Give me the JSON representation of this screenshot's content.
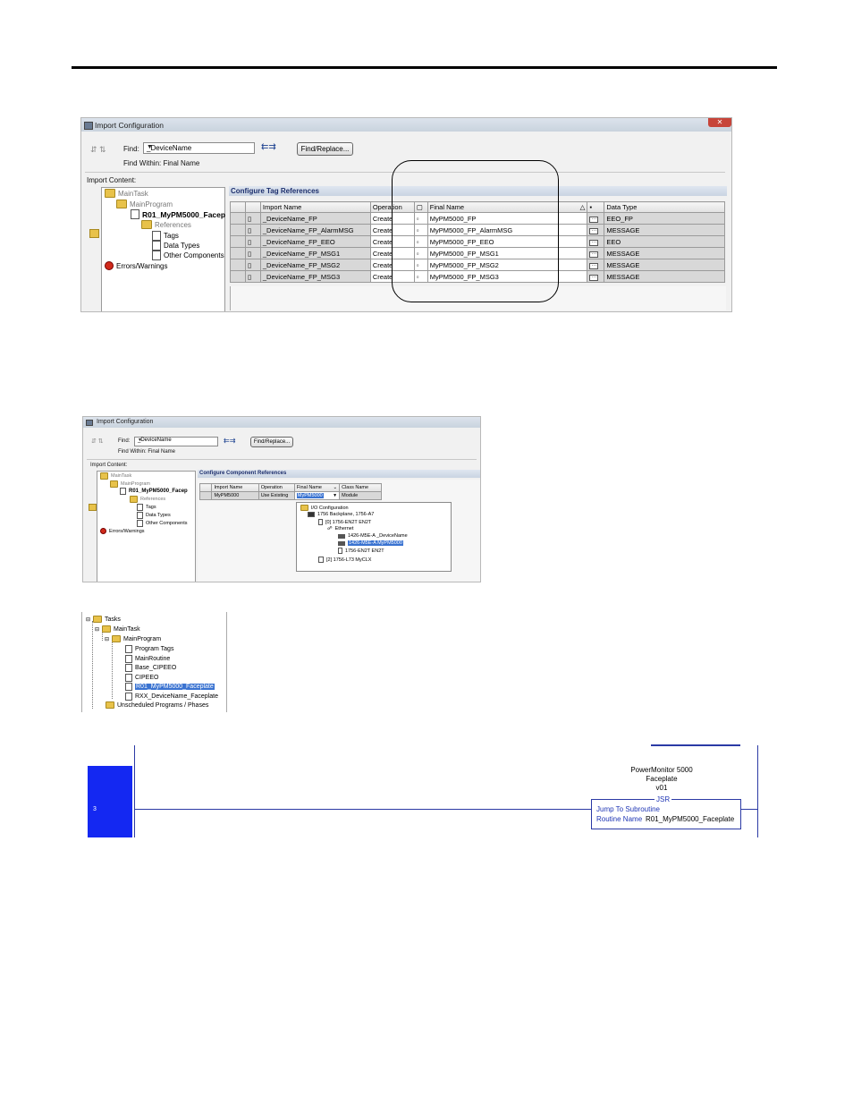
{
  "screenshot1": {
    "window_title": "Import Configuration",
    "find_label": "Find:",
    "find_value": "_DeviceName",
    "find_within": "Find Within: Final Name",
    "find_replace_button": "Find/Replace...",
    "import_content_label": "Import Content:",
    "tree": {
      "main_task": "MainTask",
      "main_program": "MainProgram",
      "routine": "R01_MyPM5000_Facep",
      "references": "References",
      "tags": "Tags",
      "data_types": "Data Types",
      "other_components": "Other Components",
      "errors": "Errors/Warnings"
    },
    "section_title": "Configure Tag References",
    "columns": [
      "Import Name",
      "Operation",
      "Final Name",
      "Data Type"
    ],
    "rows": [
      {
        "import_name": "_DeviceName_FP",
        "operation": "Create",
        "final_name": "MyPM5000_FP",
        "data_type": "EEO_FP"
      },
      {
        "import_name": "_DeviceName_FP_AlarmMSG",
        "operation": "Create",
        "final_name": "MyPM5000_FP_AlarmMSG",
        "data_type": "MESSAGE"
      },
      {
        "import_name": "_DeviceName_FP_EEO",
        "operation": "Create",
        "final_name": "MyPM5000_FP_EEO",
        "data_type": "EEO"
      },
      {
        "import_name": "_DeviceName_FP_MSG1",
        "operation": "Create",
        "final_name": "MyPM5000_FP_MSG1",
        "data_type": "MESSAGE"
      },
      {
        "import_name": "_DeviceName_FP_MSG2",
        "operation": "Create",
        "final_name": "MyPM5000_FP_MSG2",
        "data_type": "MESSAGE"
      },
      {
        "import_name": "_DeviceName_FP_MSG3",
        "operation": "Create",
        "final_name": "MyPM5000_FP_MSG3",
        "data_type": "MESSAGE"
      }
    ]
  },
  "screenshot2": {
    "window_title": "Import Configuration",
    "find_label": "Find:",
    "find_value": "_DeviceName",
    "find_within": "Find Within: Final Name",
    "find_replace_button": "Find/Replace...",
    "import_content_label": "Import Content:",
    "tree": {
      "main_task": "MainTask",
      "main_program": "MainProgram",
      "routine": "R01_MyPM5000_Facep",
      "references": "References",
      "tags": "Tags",
      "data_types": "Data Types",
      "other_components": "Other Components",
      "errors": "Errors/Warnings"
    },
    "section_title": "Configure Component References",
    "columns": [
      "Import Name",
      "Operation",
      "Final Name",
      "Class Name"
    ],
    "row": {
      "import_name": "MyPM5000",
      "operation": "Use Existing",
      "final_name": "MyPM5000",
      "class_name": "Module"
    },
    "io_tree": {
      "io_config": "I/O Configuration",
      "backplane": "1756 Backplane, 1756-A7",
      "slot0": "[0] 1756-EN2T EN2T",
      "ethernet": "Ethernet",
      "dev1": "1426-M5E-A _DeviceName",
      "dev2": "1426-M5E-A MyPM5000",
      "dev3": "1756-EN2T EN2T",
      "slot2": "[2] 1756-L73 MyCLX"
    }
  },
  "screenshot3": {
    "tasks": "Tasks",
    "main_task": "MainTask",
    "main_program": "MainProgram",
    "program_tags": "Program Tags",
    "main_routine": "MainRoutine",
    "base_cipeeo": "Base_CIPEEO",
    "cipeeo": "CIPEEO",
    "r01": "R01_MyPM5000_Faceplate",
    "rxx": "RXX_DeviceName_Faceplate",
    "unscheduled": "Unscheduled Programs / Phases"
  },
  "ladder": {
    "rung_number": "3",
    "caption_line1": "PowerMonitor 5000",
    "caption_line2": "Faceplate",
    "caption_line3": "v01",
    "instruction": "JSR",
    "jsr_title": "Jump To Subroutine",
    "routine_name_label": "Routine Name",
    "routine_name_value": "R01_MyPM5000_Faceplate"
  }
}
